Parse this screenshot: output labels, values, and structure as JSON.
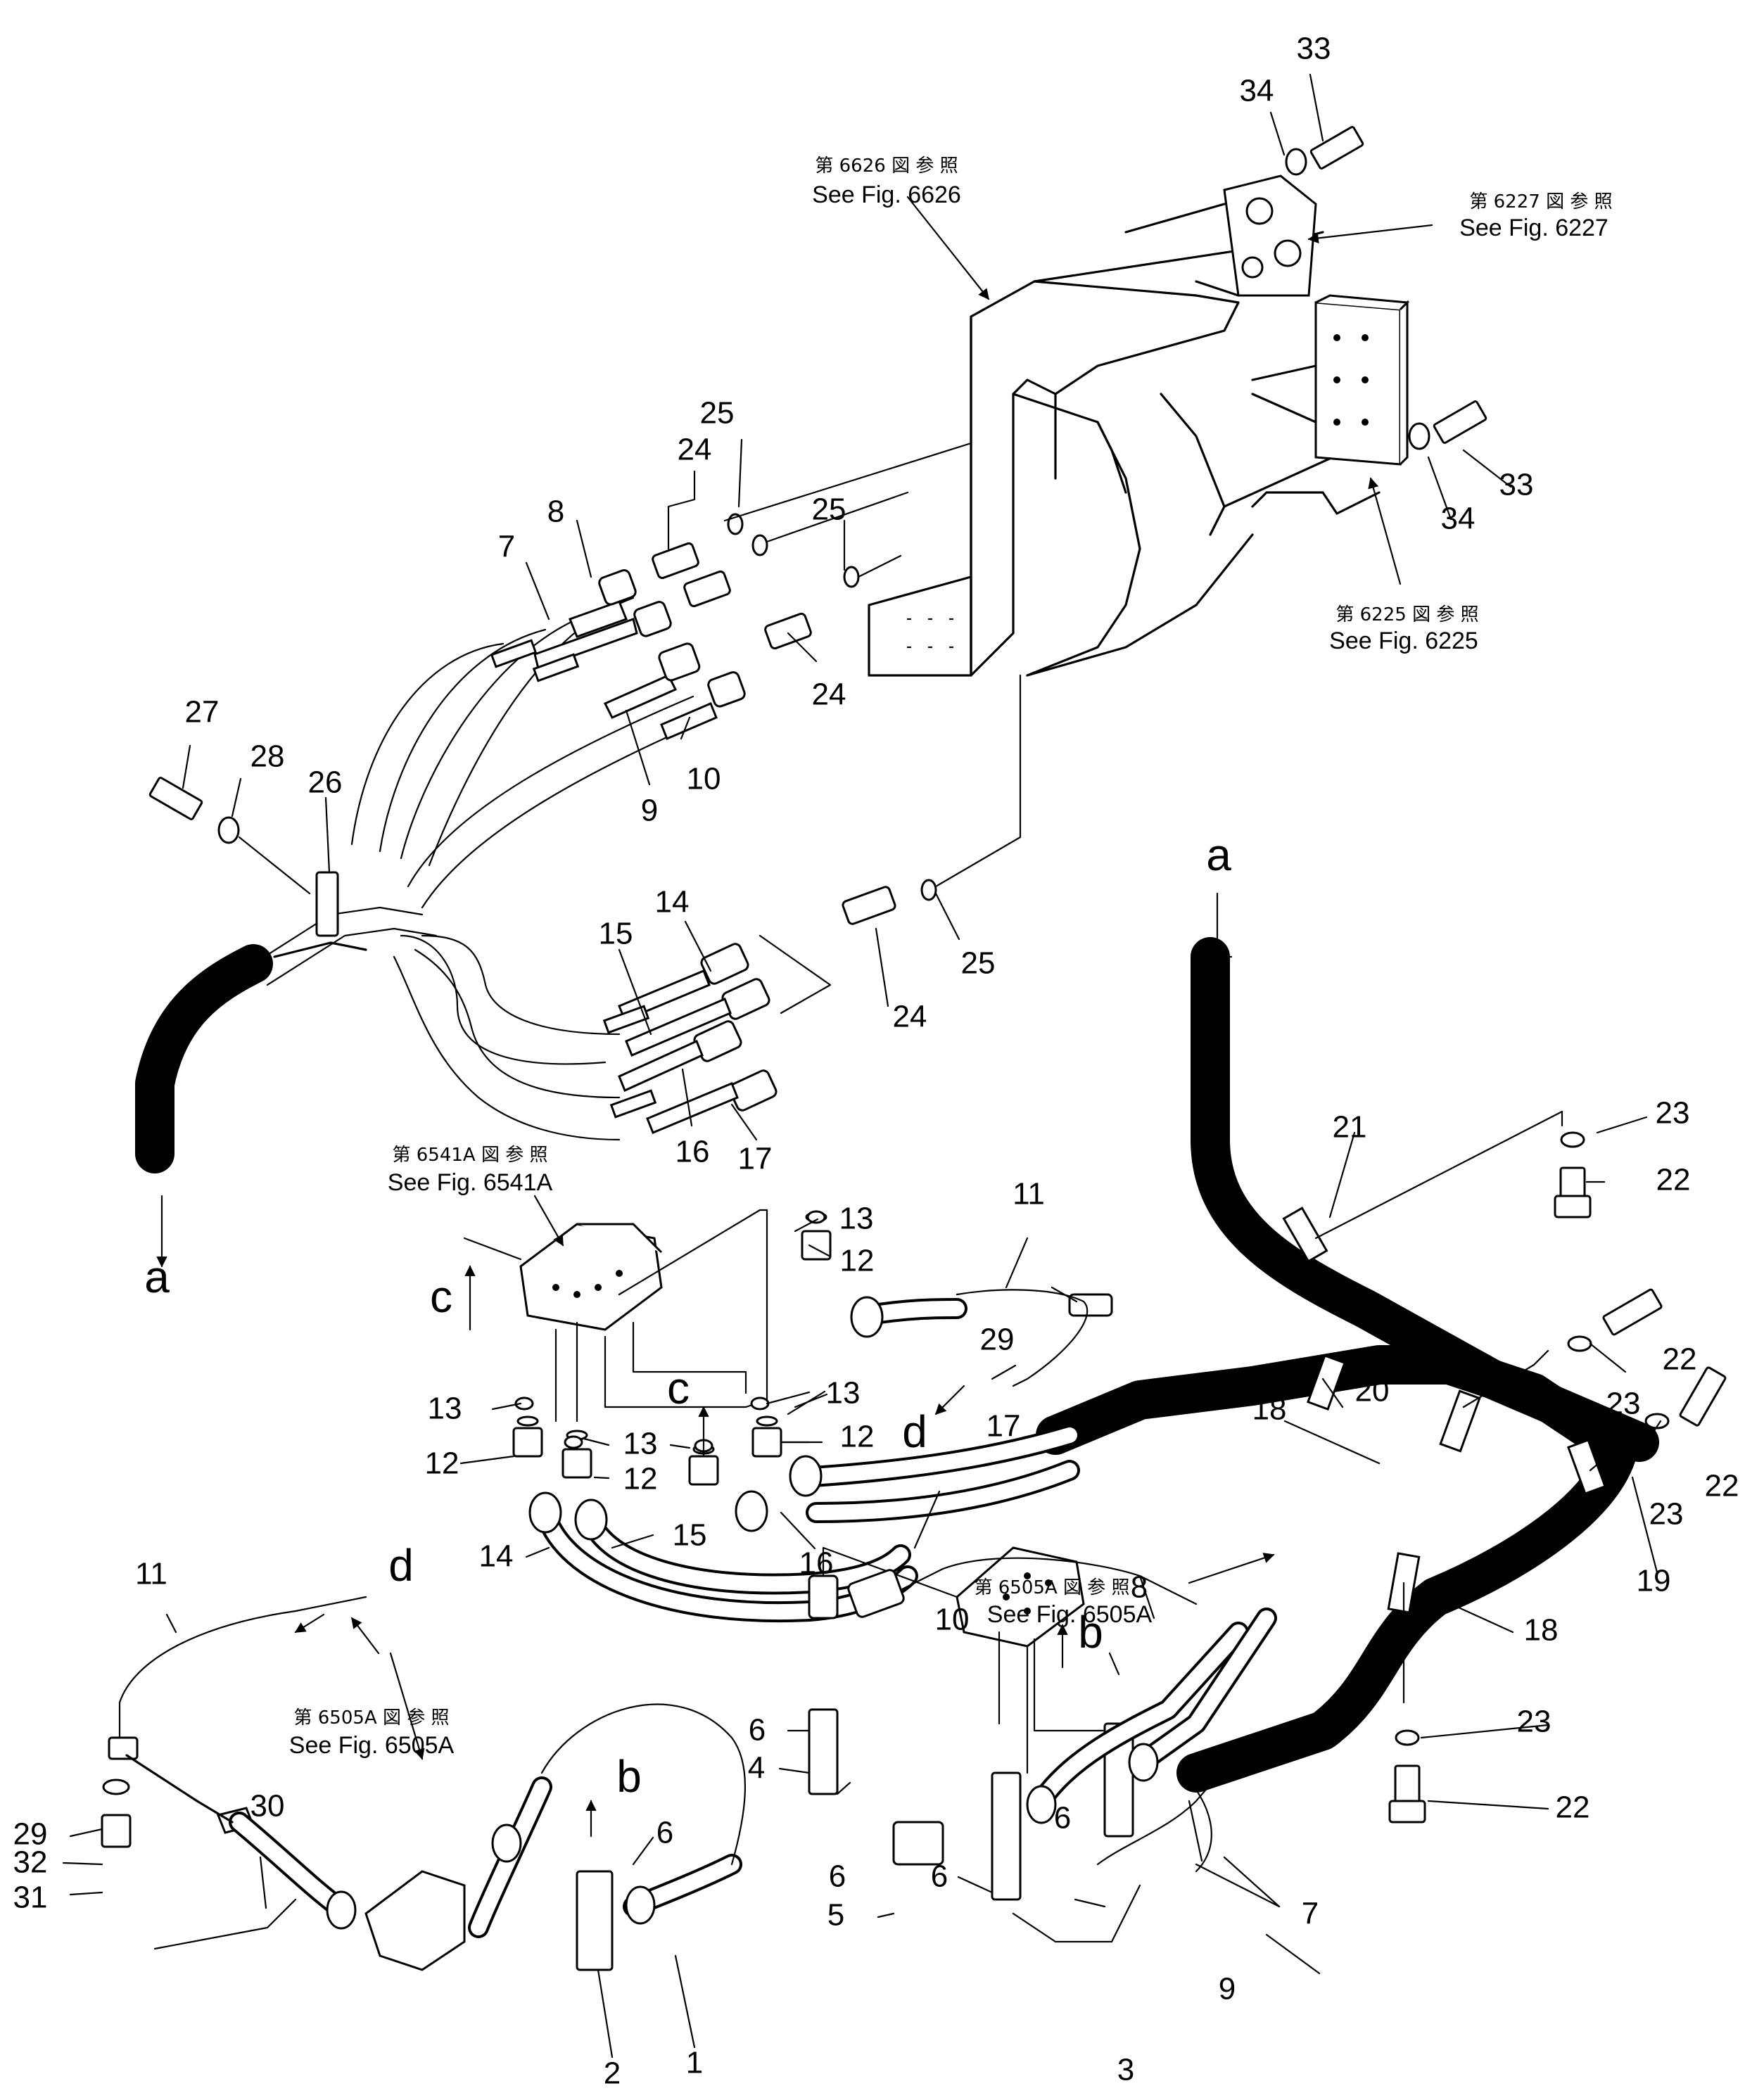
{
  "callouts": {
    "n1": "1",
    "n2": "2",
    "n3": "3",
    "n4": "4",
    "n5": "5",
    "n6": "6",
    "n7": "7",
    "n8": "8",
    "n9": "9",
    "n10": "10",
    "n11": "11",
    "n12": "12",
    "n13": "13",
    "n14": "14",
    "n15": "15",
    "n16": "16",
    "n17": "17",
    "n18": "18",
    "n19": "19",
    "n20": "20",
    "n21": "21",
    "n22": "22",
    "n23": "23",
    "n24": "24",
    "n25": "25",
    "n26": "26",
    "n27": "27",
    "n28": "28",
    "n29": "29",
    "n30": "30",
    "n31": "31",
    "n32": "32",
    "n33": "33",
    "n34": "34"
  },
  "connectors": {
    "a": "a",
    "b": "b",
    "c": "c",
    "d": "d"
  },
  "references": {
    "fig6626": {
      "jp": "第 6626 図 参 照",
      "en": "See Fig. 6626"
    },
    "fig6227": {
      "jp": "第 6227 図 参 照",
      "en": "See Fig. 6227"
    },
    "fig6225": {
      "jp": "第 6225 図 参 照",
      "en": "See Fig. 6225"
    },
    "fig6541A": {
      "jp": "第 6541A 図 参 照",
      "en": "See Fig. 6541A"
    },
    "fig6505A_right": {
      "jp": "第 6505A 図 参 照",
      "en": "See Fig. 6505A"
    },
    "fig6505A_left": {
      "jp": "第 6505A 図 参 照",
      "en": "See Fig. 6505A"
    }
  }
}
